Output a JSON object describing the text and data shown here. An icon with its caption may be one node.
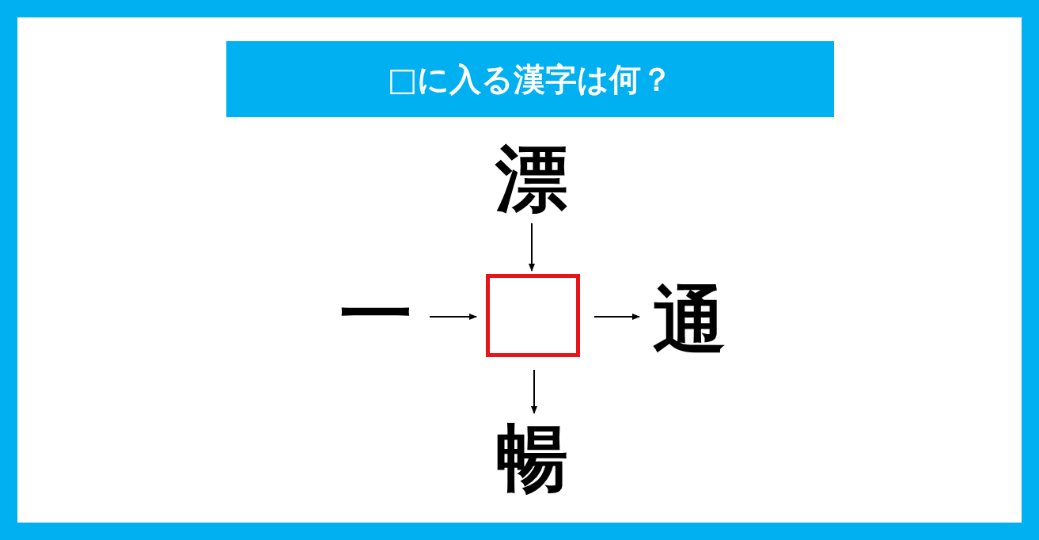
{
  "diagram": {
    "title": "□に入る漢字は何？",
    "nodes": [
      {
        "text": [
          "漂"
        ]
      },
      {
        "text": [
          "一"
        ]
      },
      {
        "text": [],
        "shape": "box"
      },
      {
        "text": [
          "通"
        ]
      },
      {
        "text": [
          "暢"
        ]
      }
    ],
    "edges": [
      {
        "from": 0,
        "to": 2,
        "arrow": "to"
      },
      {
        "from": 1,
        "to": 2,
        "arrow": "to"
      },
      {
        "from": 2,
        "to": 3,
        "arrow": "to"
      },
      {
        "from": 2,
        "to": 4,
        "arrow": "to"
      }
    ]
  }
}
